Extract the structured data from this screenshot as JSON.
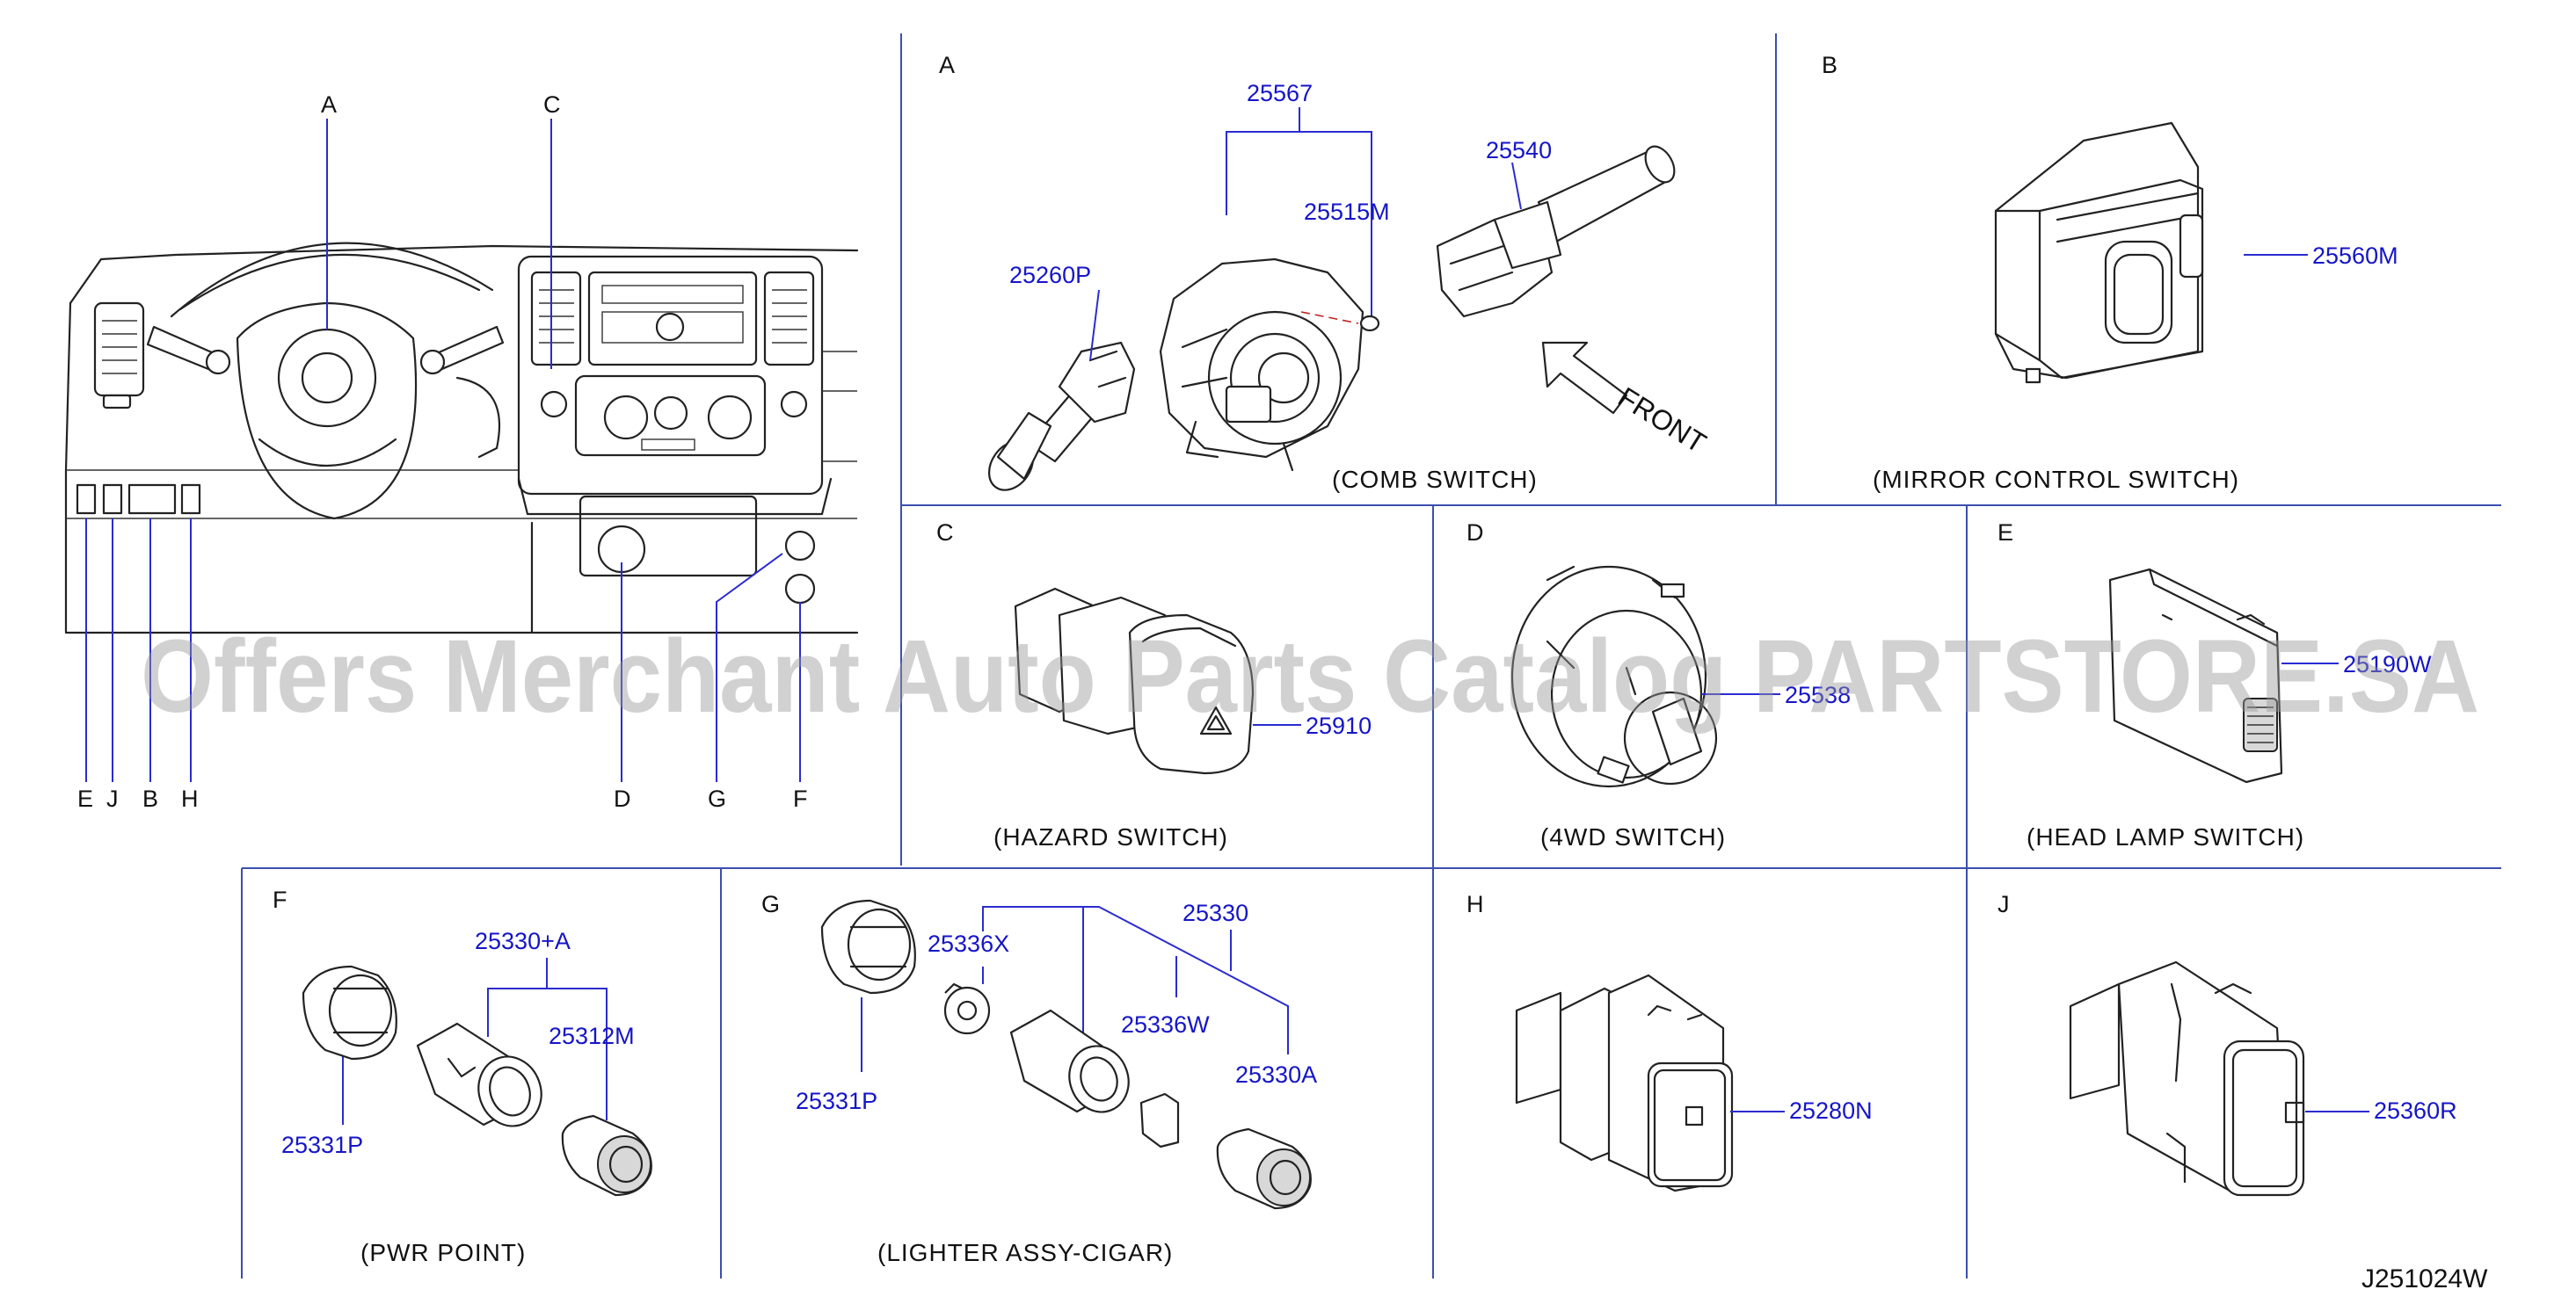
{
  "diagram_code": "J251024W",
  "watermark": "Offers Merchant Auto Parts Catalog PARTSTORE.SA",
  "overview": {
    "callouts_top": [
      "A",
      "C"
    ],
    "callouts_bottom": [
      "E",
      "J",
      "B",
      "H",
      "D",
      "G",
      "F"
    ]
  },
  "panels": {
    "A": {
      "letter": "A",
      "caption": "(COMB   SWITCH)",
      "parts": [
        "25567",
        "25540",
        "25515M",
        "25260P"
      ],
      "front_label": "FRONT"
    },
    "B": {
      "letter": "B",
      "caption": "(MIRROR   CONTROL   SWITCH)",
      "parts": [
        "25560M"
      ]
    },
    "C": {
      "letter": "C",
      "caption": "(HAZARD   SWITCH)",
      "parts": [
        "25910"
      ]
    },
    "D": {
      "letter": "D",
      "caption": "(4WD   SWITCH)",
      "parts": [
        "25538"
      ]
    },
    "E": {
      "letter": "E",
      "caption": "(HEAD   LAMP   SWITCH)",
      "parts": [
        "25190W"
      ]
    },
    "F": {
      "letter": "F",
      "caption": "(PWR   POINT)",
      "parts": [
        "25330+A",
        "25312M",
        "25331P"
      ]
    },
    "G": {
      "letter": "G",
      "caption": "(LIGHTER   ASSY-CIGAR)",
      "parts": [
        "25330",
        "25336X",
        "25336W",
        "25330A",
        "25331P"
      ]
    },
    "H": {
      "letter": "H",
      "caption": "",
      "parts": [
        "25280N"
      ]
    },
    "J": {
      "letter": "J",
      "caption": "",
      "parts": [
        "25360R"
      ]
    }
  }
}
